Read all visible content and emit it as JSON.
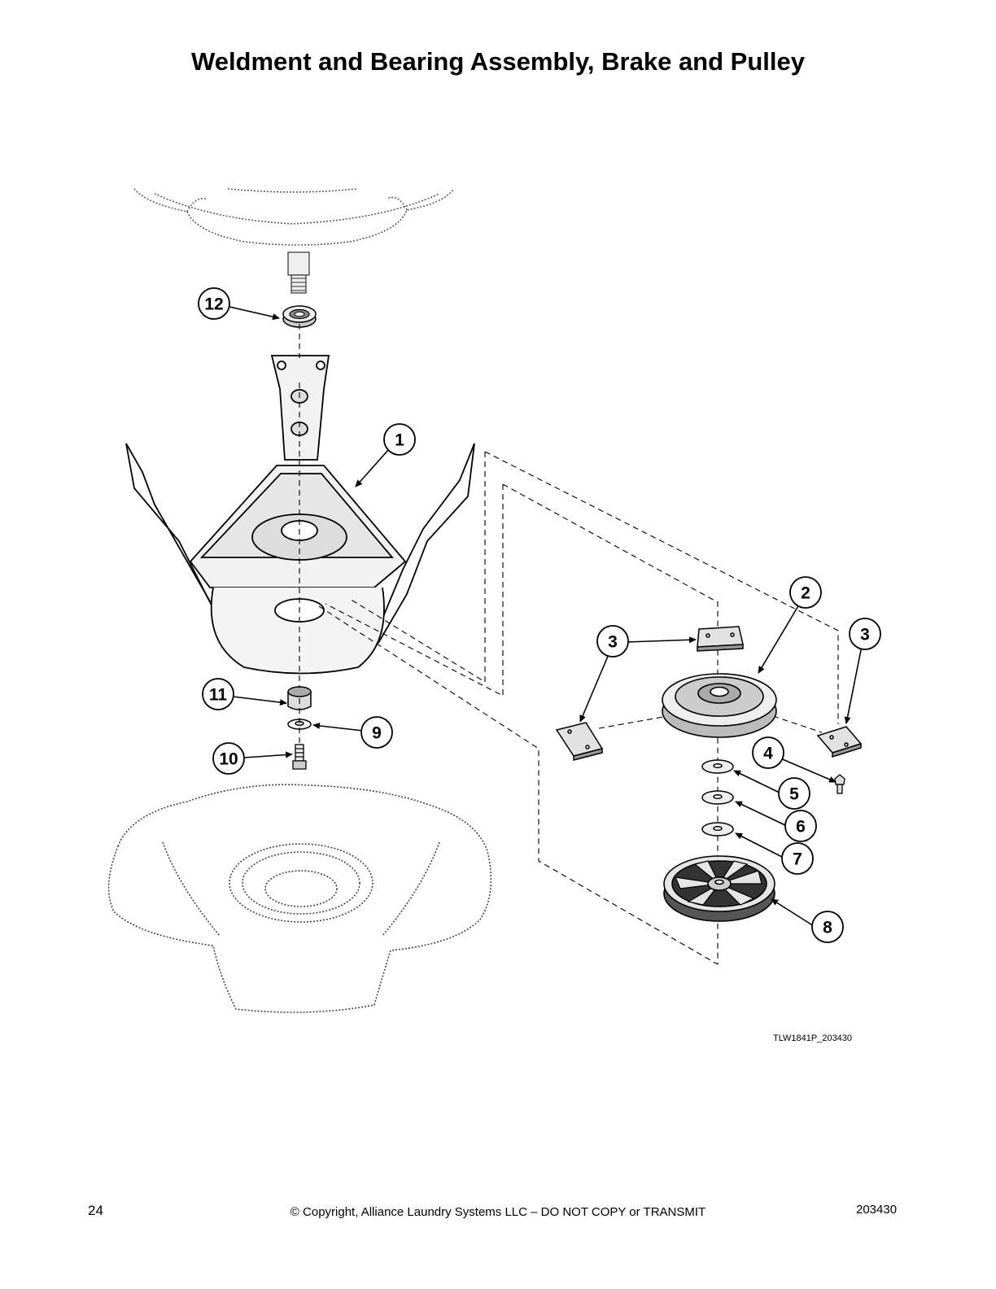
{
  "page": {
    "title": "Weldment and Bearing Assembly, Brake and Pulley",
    "figure_code": "TLW1841P_203430",
    "footer": {
      "page_number": "24",
      "copyright": "© Copyright, Alliance Laundry Systems LLC – DO NOT COPY or TRANSMIT",
      "doc_number": "203430"
    }
  },
  "callouts": [
    "12",
    "1",
    "2",
    "3",
    "3",
    "4",
    "5",
    "6",
    "7",
    "8",
    "9",
    "10",
    "11"
  ]
}
